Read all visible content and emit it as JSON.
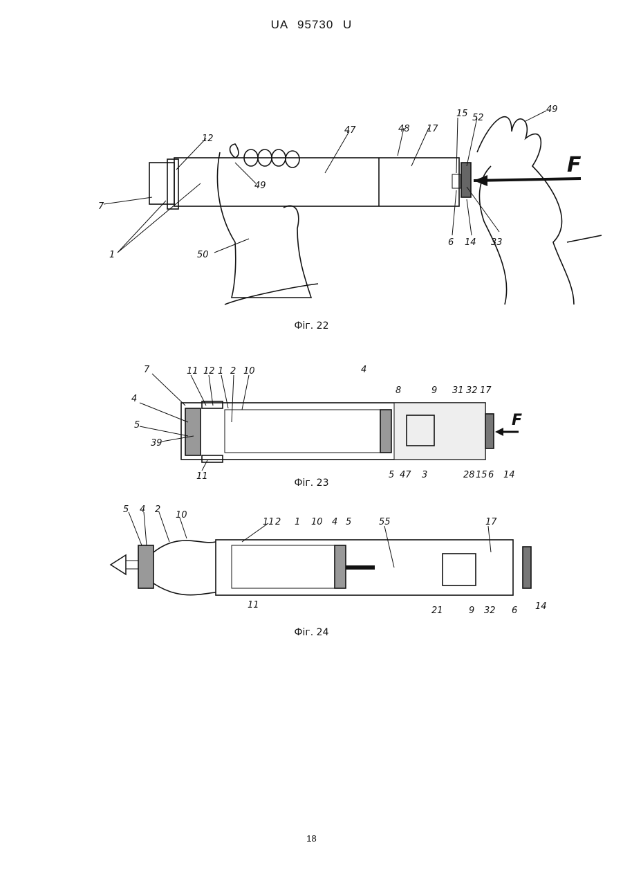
{
  "header": {
    "doc_number": "UA   95730   U"
  },
  "figures": [
    {
      "caption": "Фiг. 22",
      "labels": [
        "7",
        "1",
        "12",
        "50",
        "49",
        "47",
        "48",
        "17",
        "15",
        "52",
        "49",
        "F",
        "6",
        "14",
        "33"
      ]
    },
    {
      "caption": "Фiг. 23",
      "labels": [
        "7",
        "11",
        "12",
        "1",
        "2",
        "10",
        "4",
        "5",
        "39",
        "11",
        "4",
        "8",
        "9",
        "31",
        "32",
        "17",
        "F",
        "5",
        "47",
        "3",
        "28",
        "15",
        "6",
        "14"
      ]
    },
    {
      "caption": "Фiг. 24",
      "labels": [
        "5",
        "4",
        "2",
        "10",
        "11",
        "2",
        "1",
        "10",
        "4",
        "5",
        "55",
        "17",
        "11",
        "21",
        "9",
        "32",
        "6",
        "14"
      ]
    }
  ],
  "footer": {
    "page_number": "18"
  },
  "colors": {
    "ink": "#111111",
    "paper": "#ffffff"
  }
}
